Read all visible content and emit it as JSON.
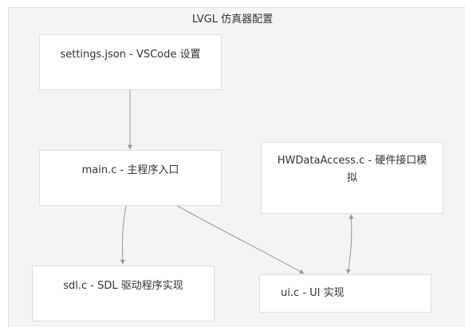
{
  "diagram": {
    "title": "LVGL 仿真器配置",
    "nodes": {
      "settings": "settings.json - VSCode 设置",
      "main": "main.c - 主程序入口",
      "hwdata": "HWDataAccess.c - 硬件接口模拟",
      "sdl": "sdl.c - SDL 驱动程序实现",
      "ui": "ui.c - UI 实现"
    },
    "colors": {
      "background": "#f4f4f4",
      "node_fill": "#ffffff",
      "node_border": "#dddddd",
      "edge": "#999999",
      "text": "#333333"
    }
  }
}
